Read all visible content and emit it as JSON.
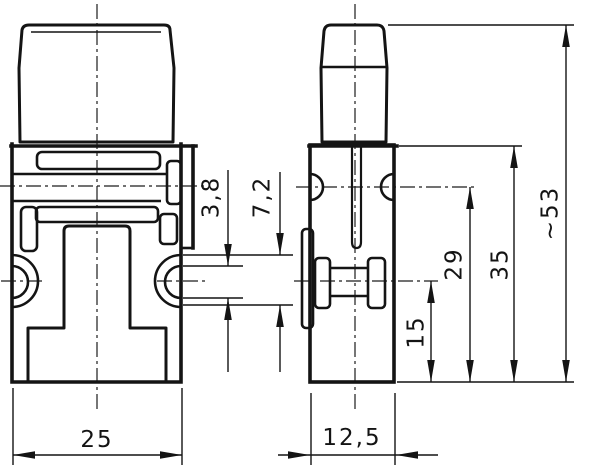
{
  "colors": {
    "line": "#141414",
    "background": "#ffffff"
  },
  "dimensions": {
    "front_width": "25",
    "side_width": "12,5",
    "notch_inner": "3,8",
    "notch_outer": "7,2",
    "terminal_height": "15",
    "hole_height": "29",
    "body_height": "35",
    "overall_height": "~53"
  }
}
